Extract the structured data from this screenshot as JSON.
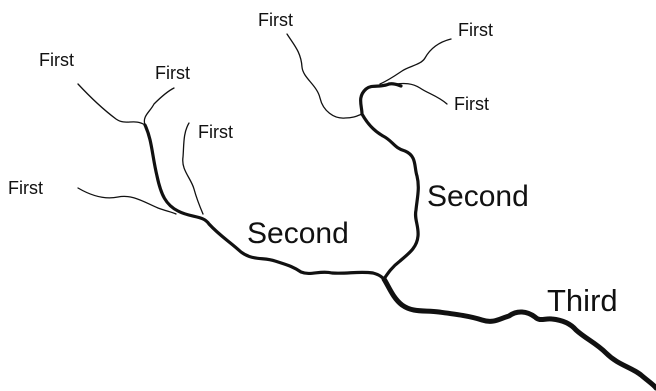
{
  "labels": {
    "first_order": "First",
    "second_order": "Second",
    "third_order": "Third"
  },
  "colors": {
    "background": "#ffffff",
    "stream": "#111111",
    "text": "#111111"
  }
}
